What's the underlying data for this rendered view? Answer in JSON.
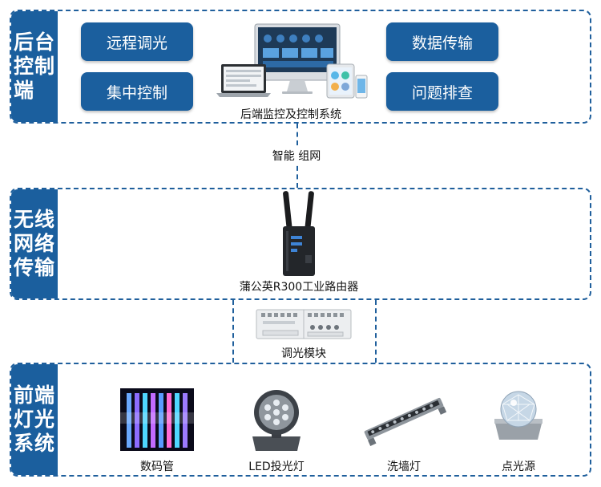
{
  "tiers": {
    "backend": {
      "label_lines": [
        "后台",
        "控制",
        "端"
      ],
      "buttons": {
        "remote_dimming": "远程调光",
        "central_control": "集中控制",
        "data_transfer": "数据传输",
        "troubleshooting": "问题排查"
      },
      "system_caption": "后端监控及控制系统"
    },
    "wireless": {
      "label_lines": [
        "无线",
        "网络",
        "传输"
      ],
      "router_caption": "蒲公英R300工业路由器"
    },
    "frontend": {
      "label_lines": [
        "前端",
        "灯光",
        "系统"
      ],
      "devices": [
        "数码管",
        "LED投光灯",
        "洗墙灯",
        "点光源"
      ]
    }
  },
  "smart_network_label": "智能 组网",
  "dimming_module_caption": "调光模块",
  "colors": {
    "primary_blue": "#1b5f9e",
    "dashed_border": "#1f5f9c"
  }
}
